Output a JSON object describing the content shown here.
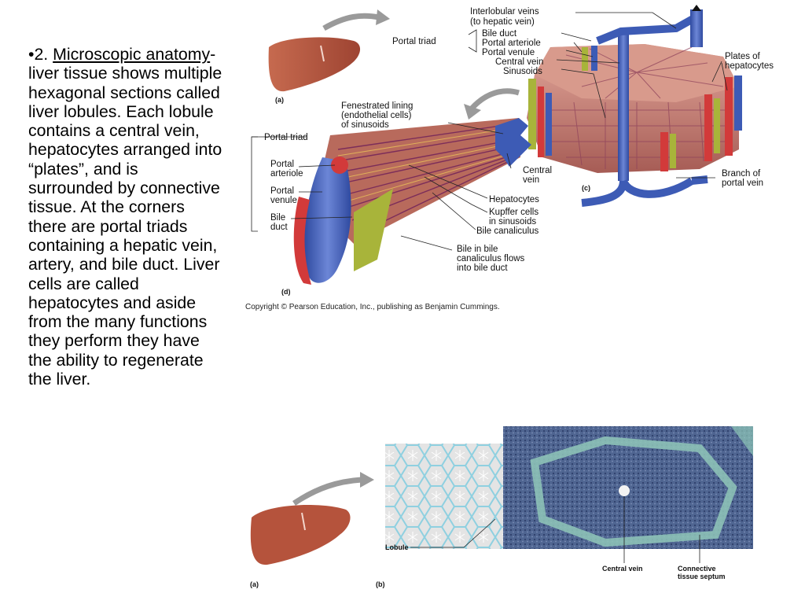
{
  "slide": {
    "bullet": "•2. ",
    "heading_link": "Microscopic anatomy",
    "body": "- liver tissue shows multiple hexagonal sections called liver lobules. Each lobule contains a central vein, hepatocytes arranged into “plates”, and is surrounded by connective tissue. At the corners there are portal triads containing a hepatic vein, artery, and bile duct. Liver cells are called hepatocytes and aside from the many functions they perform they have the ability to regenerate the liver."
  },
  "figure_top": {
    "panel_a": "(a)",
    "panel_c": "(c)",
    "panel_d": "(d)",
    "interlobular_veins_1": "Interlobular veins",
    "interlobular_veins_2": "(to hepatic vein)",
    "portal_triad_c": "Portal triad",
    "bile_duct_c": "Bile duct",
    "portal_arteriole_c": "Portal arteriole",
    "portal_venule_c": "Portal venule",
    "central_vein_c": "Central vein",
    "sinusoids": "Sinusoids",
    "plates_1": "Plates of",
    "plates_2": "hepatocytes",
    "fenestrated_1": "Fenestrated lining",
    "fenestrated_2": "(endothelial cells)",
    "fenestrated_3": "of sinusoids",
    "portal_triad_d": "Portal triad",
    "portal_arteriole_d_1": "Portal",
    "portal_arteriole_d_2": "arteriole",
    "portal_venule_d_1": "Portal",
    "portal_venule_d_2": "venule",
    "bile_duct_d_1": "Bile",
    "bile_duct_d_2": "duct",
    "central_vein_d_1": "Central",
    "central_vein_d_2": "vein",
    "hepatocytes": "Hepatocytes",
    "kupffer_1": "Kupffer cells",
    "kupffer_2": "in sinusoids",
    "bile_canaliculus": "Bile canaliculus",
    "branch_1": "Branch of",
    "branch_2": "portal vein",
    "bile_flow_1": "Bile in bile",
    "bile_flow_2": "canaliculus flows",
    "bile_flow_3": "into bile duct",
    "copyright": "Copyright © Pearson Education, Inc., publishing as Benjamin Cummings."
  },
  "figure_bottom": {
    "panel_a": "(a)",
    "panel_b": "(b)",
    "lobule": "Lobule",
    "central_vein": "Central vein",
    "septum_1": "Connective",
    "septum_2": "tissue septum"
  },
  "colors": {
    "liver": "#b5533c",
    "vein_blue": "#3d5bb5",
    "artery_red": "#d23a3a",
    "bile_green": "#a8b43a",
    "tissue_pink": "#c98a7e",
    "histo_bg": "#5b6f96",
    "septum": "#7fc1b4"
  }
}
